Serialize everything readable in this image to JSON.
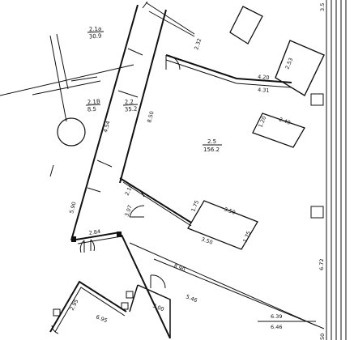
{
  "rooms": [
    {
      "id": "2.1a",
      "area": "30.9"
    },
    {
      "id": "2.1B",
      "area": "8.5"
    },
    {
      "id": "2.2",
      "area": "35.2"
    },
    {
      "id": "2.5",
      "area": "156.2"
    }
  ],
  "dimensions": {
    "d_2_32": "2.32",
    "d_2_53": "2.53",
    "d_3_5": "3.5",
    "d_4_20": "4.20",
    "d_4_31": "4.31",
    "d_8_50": "8.50",
    "d_4_54": "4.54",
    "d_1_20": "1.20",
    "d_2_40": "2.40",
    "d_2_16": "2.16",
    "d_5_90": "5.90",
    "d_3_07": "3.07",
    "d_1_75_a": "1.75",
    "d_3_50_a": "3.50",
    "d_3_50_b": "3.50",
    "d_1_75_b": "1.75",
    "d_2_84": "2.84",
    "d_8_90": "8.90",
    "d_6_72": "6.72",
    "d_2_95": "2.95",
    "d_3_00": "3.00",
    "d_5_46": "5.46",
    "d_6_95": "6.95",
    "d_6_39": "6.39",
    "d_6_46": "6.46",
    "d_50": "50"
  }
}
